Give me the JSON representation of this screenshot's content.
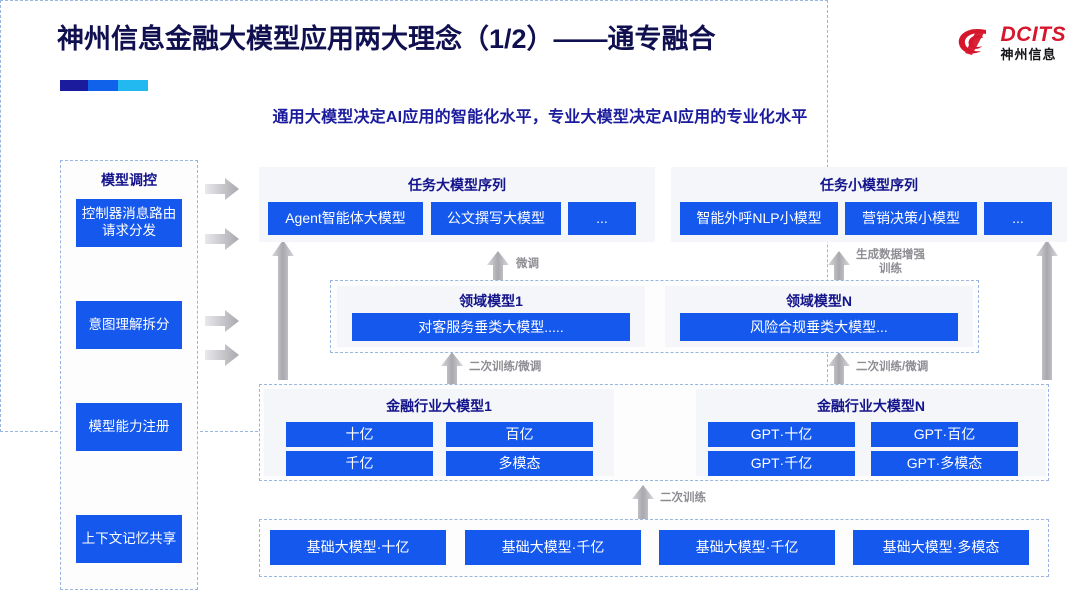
{
  "header": {
    "title": "神州信息金融大模型应用两大理念（1/2）——通专融合",
    "subtitle": "通用大模型决定AI应用的智能化水平，专业大模型决定AI应用的专业化水平",
    "accent_colors": [
      "#1b1b9e",
      "#1162ea",
      "#22b9f0"
    ],
    "logo": {
      "en": "DCITS",
      "cn": "神州信息",
      "mark_color": "#d6162b"
    }
  },
  "theme": {
    "box_blue": "#1558ee",
    "title_navy": "#13138c",
    "panel_gray": "#f4f6f9",
    "dashed_border": "#9ab6e0",
    "arrow_gray": "#b8b8bd"
  },
  "sidebar": {
    "title": "模型调控",
    "items": [
      {
        "label": "控制器消息路由请求分发"
      },
      {
        "label": "意图理解拆分"
      },
      {
        "label": "模型能力注册"
      },
      {
        "label": "上下文记忆共享"
      }
    ]
  },
  "diagram": {
    "task_layer": [
      {
        "title": "任务大模型序列",
        "boxes": [
          "Agent智能体大模型",
          "公文撰写大模型",
          "..."
        ]
      },
      {
        "title": "任务小模型序列",
        "boxes": [
          "智能外呼NLP小模型",
          "营销决策小模型",
          "..."
        ]
      }
    ],
    "domain_layer": [
      {
        "title": "领域模型1",
        "box": "对客服务垂类大模型....."
      },
      {
        "title": "领域模型N",
        "box": "风险合规垂类大模型..."
      }
    ],
    "industry_layer": [
      {
        "title": "金融行业大模型1",
        "boxes": [
          "十亿",
          "百亿",
          "千亿",
          "多模态"
        ]
      },
      {
        "title": "金融行业大模型N",
        "boxes": [
          "GPT·十亿",
          "GPT·百亿",
          "GPT·千亿",
          "GPT·多模态"
        ]
      }
    ],
    "base_layer": {
      "boxes": [
        "基础大模型·十亿",
        "基础大模型·千亿",
        "基础大模型·千亿",
        "基础大模型·多模态"
      ]
    },
    "arrow_labels": {
      "fine_tune": "微调",
      "data_aug": "生成数据增强\n训练",
      "retrain_ft_left": "二次训练/微调",
      "retrain_ft_right": "二次训练/微调",
      "retrain": "二次训练"
    }
  }
}
